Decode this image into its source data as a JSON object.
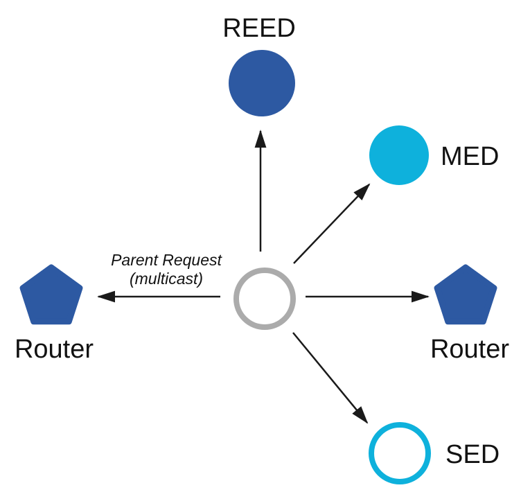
{
  "colors": {
    "node_blue": "#2D59A2",
    "node_cyan": "#0EB1DC",
    "center_gray": "#ABABAB",
    "arrow_black": "#1A1A1A"
  },
  "nodes": {
    "reed": {
      "label": "REED",
      "shape": "filled-circle-blue"
    },
    "med": {
      "label": "MED",
      "shape": "filled-circle-cyan"
    },
    "router_left": {
      "label": "Router",
      "shape": "pentagon-blue"
    },
    "router_right": {
      "label": "Router",
      "shape": "pentagon-blue"
    },
    "sed": {
      "label": "SED",
      "shape": "outlined-circle-cyan"
    },
    "center": {
      "shape": "outlined-circle-gray"
    }
  },
  "annotation": {
    "line1": "Parent Request",
    "line2": "(multicast)"
  }
}
